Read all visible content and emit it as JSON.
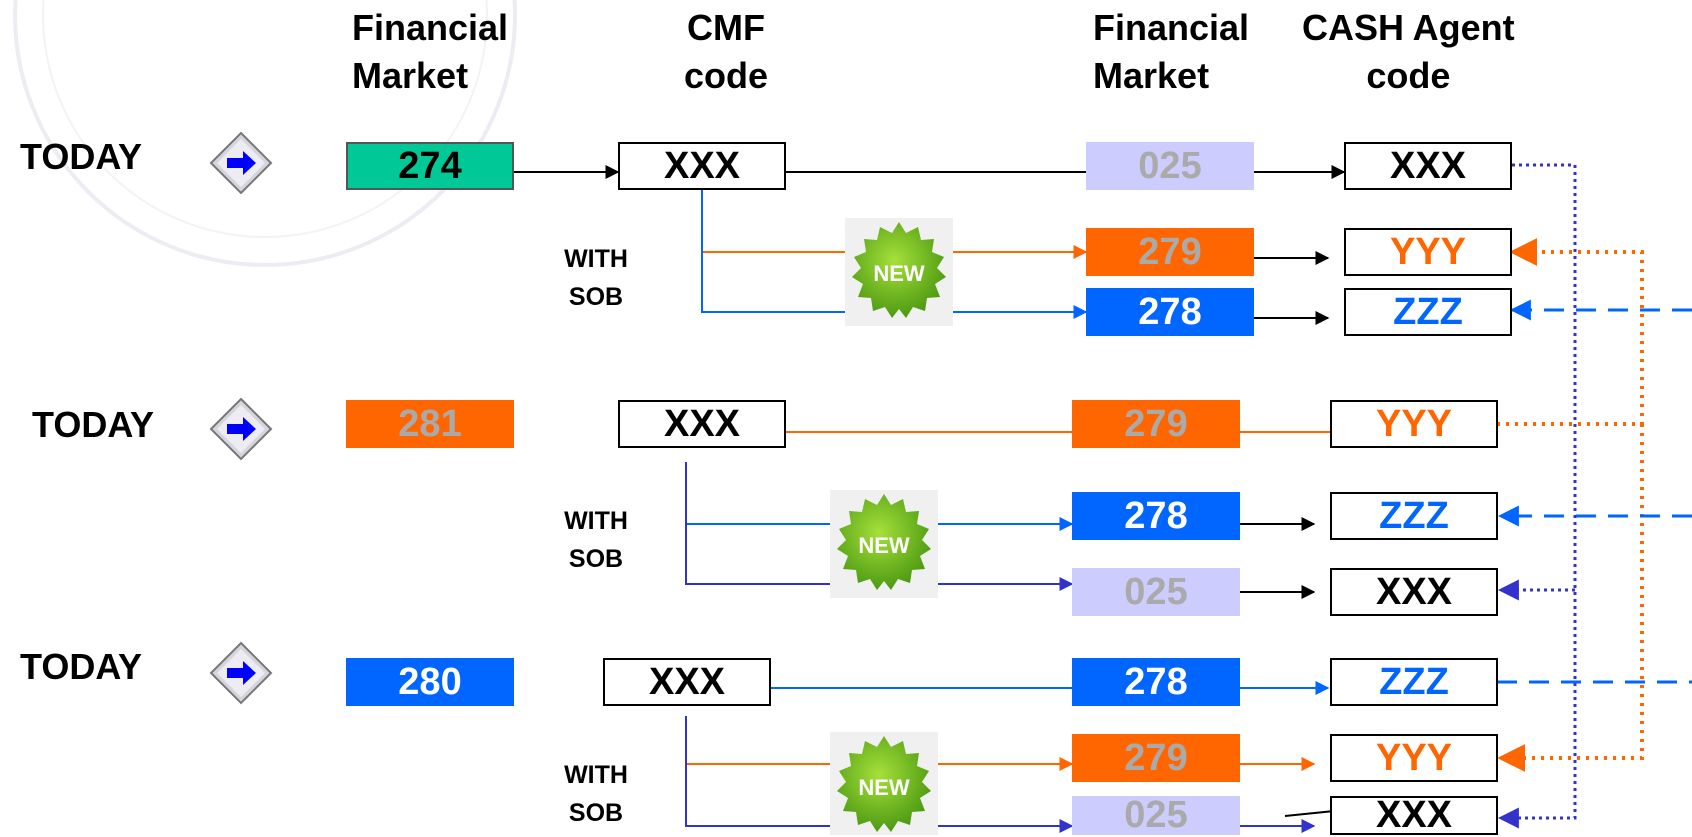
{
  "headers": {
    "fm_left": "Financial\nMarket",
    "cmf": "CMF\ncode",
    "fm_right": "Financial\nMarket",
    "cash": "CASH Agent\ncode"
  },
  "today_label": "TODAY",
  "with_sob_label": "WITH\nSOB",
  "new_badge": "NEW",
  "colors": {
    "green": "#00c896",
    "orange": "#ff6600",
    "blue": "#0066ff",
    "lavender": "#ccccff",
    "indigo": "#3333cc",
    "gray_text": "#aaaaaa",
    "orange_text": "#ff6600",
    "blue_text": "#0066ff"
  },
  "groups": [
    {
      "today": "TODAY",
      "market": "274",
      "cmf": "XXX",
      "sob": "WITH\nSOB",
      "rows": [
        {
          "fm": "025",
          "cash": "XXX"
        },
        {
          "fm": "279",
          "cash": "YYY"
        },
        {
          "fm": "278",
          "cash": "ZZZ"
        }
      ]
    },
    {
      "today": "TODAY",
      "market": "281",
      "cmf": "XXX",
      "sob": "WITH\nSOB",
      "rows": [
        {
          "fm": "279",
          "cash": "YYY"
        },
        {
          "fm": "278",
          "cash": "ZZZ"
        },
        {
          "fm": "025",
          "cash": "XXX"
        }
      ]
    },
    {
      "today": "TODAY",
      "market": "280",
      "cmf": "XXX",
      "sob": "WITH\nSOB",
      "rows": [
        {
          "fm": "278",
          "cash": "ZZZ"
        },
        {
          "fm": "279",
          "cash": "YYY"
        },
        {
          "fm": "025",
          "cash": "XXX"
        }
      ]
    }
  ]
}
